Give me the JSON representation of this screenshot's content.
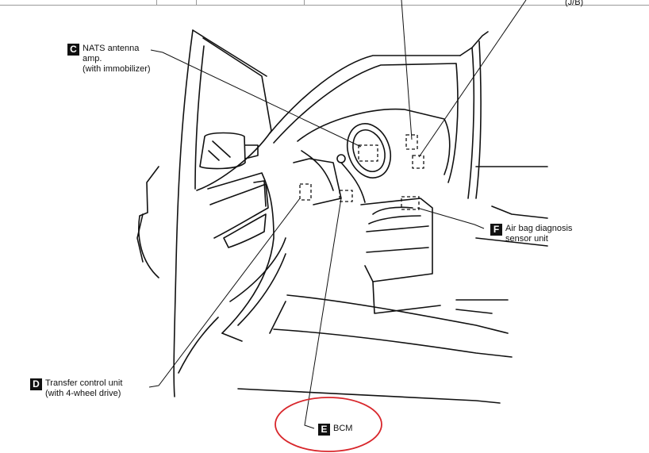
{
  "callouts": {
    "c": {
      "badge": "C",
      "lines": [
        "NATS antenna",
        "amp.",
        "(with immobilizer)"
      ]
    },
    "d": {
      "badge": "D",
      "lines": [
        "Transfer control unit",
        "(with 4-wheel drive)"
      ]
    },
    "e": {
      "badge": "E",
      "lines": [
        "BCM"
      ]
    },
    "f": {
      "badge": "F",
      "lines": [
        "Air bag diagnosis",
        "sensor unit"
      ]
    }
  },
  "top_partial_label": "(J/B)",
  "highlight": {
    "target": "BCM",
    "color": "#d8262b"
  }
}
